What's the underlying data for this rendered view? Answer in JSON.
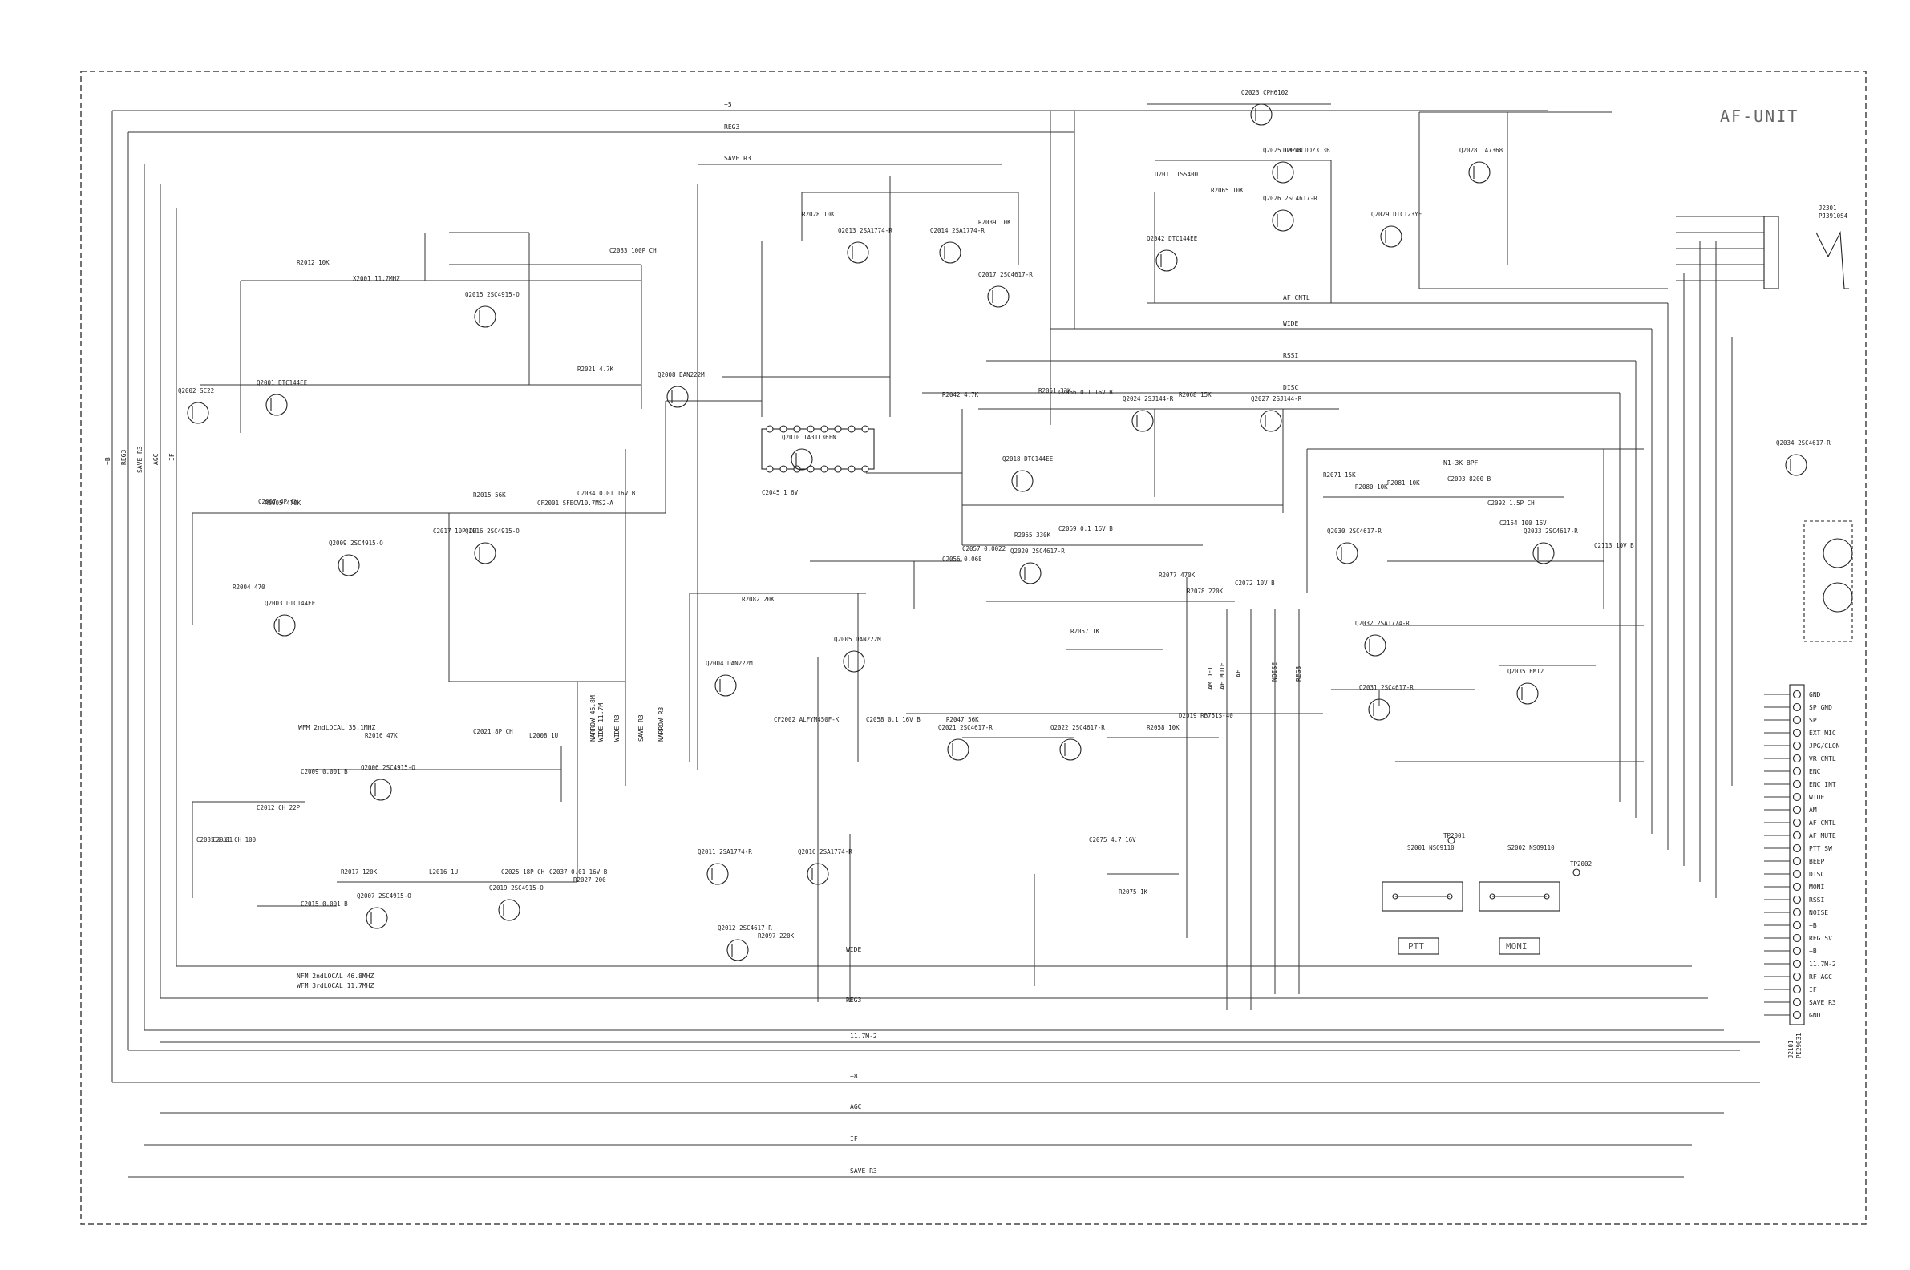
{
  "title": "AF-UNIT",
  "nets": {
    "p5": "+5",
    "reg3": "REG3",
    "save_r3_top": "SAVE R3",
    "af_cntl": "AF CNTL",
    "wide": "WIDE",
    "rssi": "RSSI",
    "disc": "DISC",
    "af_mute": "AF MUTE",
    "noise": "NOISE",
    "af": "AF",
    "am_det": "AM DET",
    "m117": "11.7M-2",
    "p8": "+8",
    "agc": "AGC",
    "ifn": "IF",
    "save_r3_bot": "SAVE R3",
    "left_bus": [
      "+B",
      "REG3",
      "SAVE R3",
      "AGC",
      "IF"
    ],
    "narrow": "NARROW 46.8M",
    "wide_117": "WIDE 11.7M",
    "wide_r3": "WIDE R3",
    "save_r3_v": "SAVE R3",
    "narrow_r3": "NARROW R3",
    "wide_b": "WIDE",
    "reg3_b": "REG3",
    "nfm_note1": "NFM 2ndLOCAL 46.8MHZ",
    "nfm_note2": "WFM 3rdLOCAL 11.7MHZ",
    "wfm_note": "WFM 2ndLOCAL 35.1MHZ",
    "bpf": "N1-3K BPF"
  },
  "switches": {
    "ptt": "PTT",
    "moni": "MONI"
  },
  "connector": {
    "ref": "J2101",
    "part": "PI29031",
    "pins": [
      "GND",
      "SP GND",
      "SP",
      "EXT MIC",
      "JPG/CLON",
      "VR CNTL",
      "ENC",
      "ENC INT",
      "WIDE",
      "AM",
      "AF CNTL",
      "AF MUTE",
      "PTT SW",
      "BEEP",
      "DISC",
      "MONI",
      "RSSI",
      "NOISE",
      "+B",
      "REG 5V",
      "+B",
      "11.7M-2",
      "RF AGC",
      "IF",
      "SAVE R3",
      "GND"
    ]
  },
  "jack": {
    "ref": "J2301",
    "part": "PJ3910S4"
  },
  "components": [
    {
      "t": "Q2023 CPH6102"
    },
    {
      "t": "Q2013 2SA1774-R"
    },
    {
      "t": "Q2014 2SA1774-R"
    },
    {
      "t": "Q2017 2SC4617-R"
    },
    {
      "t": "Q2015 2SC4915-O"
    },
    {
      "t": "Q2001 DTC144EE"
    },
    {
      "t": "Q2008 DAN222M"
    },
    {
      "t": "Q2010 TA31136FN"
    },
    {
      "t": "Q2009 2SC4915-O"
    },
    {
      "t": "Q2003 DTC144EE"
    },
    {
      "t": "Q2016 2SC4915-O"
    },
    {
      "t": "Q2018 DTC144EE"
    },
    {
      "t": "Q2020 2SC4617-R"
    },
    {
      "t": "Q2024 2SJ144-R"
    },
    {
      "t": "Q2027 2SJ144-R"
    },
    {
      "t": "Q2030 2SC4617-R"
    },
    {
      "t": "Q2033 2SC4617-R"
    },
    {
      "t": "Q2034 2SC4617-R"
    },
    {
      "t": "Q2011 2SA1774-R"
    },
    {
      "t": "Q2012 2SC4617-R"
    },
    {
      "t": "Q2016 2SA1774-R"
    },
    {
      "t": "Q2006 2SC4915-O"
    },
    {
      "t": "Q2019 2SC4915-O"
    },
    {
      "t": "Q2007 2SC4915-O"
    },
    {
      "t": "Q2021 2SC4617-R"
    },
    {
      "t": "Q2022 2SC4617-R"
    },
    {
      "t": "Q2032 2SA1774-R"
    },
    {
      "t": "Q2031 2SC4617-R"
    },
    {
      "t": "Q2035 EM12"
    },
    {
      "t": "Q2004 DAN222M"
    },
    {
      "t": "Q2005 DAN222M"
    },
    {
      "t": "Q2029 DTC123YE"
    },
    {
      "t": "Q2028 TA7368"
    },
    {
      "t": "Q2026 2SC4617-R"
    },
    {
      "t": "Q2025 UMZ4N"
    },
    {
      "t": "Q2042 DTC144EE"
    },
    {
      "t": "Q2002 SC22"
    },
    {
      "t": "CF2001 SFECV10.7MS2-A"
    },
    {
      "t": "CF2002 ALFYM450F-K"
    },
    {
      "t": "D2011 1SS400"
    },
    {
      "t": "D2016 UDZ3.3B"
    },
    {
      "t": "D2019 RB751S-40"
    },
    {
      "t": "R2012 10K"
    },
    {
      "t": "R2005 470K"
    },
    {
      "t": "R2015 56K"
    },
    {
      "t": "R2021 4.7K"
    },
    {
      "t": "R2028 10K"
    },
    {
      "t": "R2039 10K"
    },
    {
      "t": "R2042 4.7K"
    },
    {
      "t": "R2051 33K"
    },
    {
      "t": "R2068 15K"
    },
    {
      "t": "R2071 15K"
    },
    {
      "t": "R2055 330K"
    },
    {
      "t": "R2057 1K"
    },
    {
      "t": "R2078 220K"
    },
    {
      "t": "R2082 20K"
    },
    {
      "t": "R2017 120K"
    },
    {
      "t": "R2016 47K"
    },
    {
      "t": "R2097 220K"
    },
    {
      "t": "R2027 200"
    },
    {
      "t": "R2047 56K"
    },
    {
      "t": "R2058 10K"
    },
    {
      "t": "R2075 1K"
    },
    {
      "t": "R2004 470"
    },
    {
      "t": "R2077 470K"
    },
    {
      "t": "R2080 10K"
    },
    {
      "t": "R2081 10K"
    },
    {
      "t": "R2065 10K"
    },
    {
      "t": "C2007 4P CH"
    },
    {
      "t": "C2017 10P CH"
    },
    {
      "t": "C2034 0.01 16V B"
    },
    {
      "t": "C2066 0.1 16V B"
    },
    {
      "t": "C2069 0.1 16V B"
    },
    {
      "t": "C2057 0.0022"
    },
    {
      "t": "C2056 0.068"
    },
    {
      "t": "C2075 4.7 16V"
    },
    {
      "t": "C2058 0.1 16V B"
    },
    {
      "t": "C2009 0.001 B"
    },
    {
      "t": "C2021 8P CH"
    },
    {
      "t": "C2025 18P CH"
    },
    {
      "t": "C2037 0.01 16V B"
    },
    {
      "t": "C2015 0.001 B"
    },
    {
      "t": "C2012 CH 22P"
    },
    {
      "t": "C2011 CH 100"
    },
    {
      "t": "C2035 0.01"
    },
    {
      "t": "C2045 1 6V"
    },
    {
      "t": "C2072 10V B"
    },
    {
      "t": "C2154 100 16V"
    },
    {
      "t": "C2093 8200 B"
    },
    {
      "t": "C2092 1.5P CH"
    },
    {
      "t": "C2033 100P CH"
    },
    {
      "t": "C2113 10V B"
    },
    {
      "t": "L2016 1U"
    },
    {
      "t": "L2008 1U"
    },
    {
      "t": "X2001 11.7MHZ"
    },
    {
      "t": "S2001 NSO9110"
    },
    {
      "t": "S2002 NSO9110"
    },
    {
      "t": "TP2001"
    },
    {
      "t": "TP2002"
    }
  ]
}
